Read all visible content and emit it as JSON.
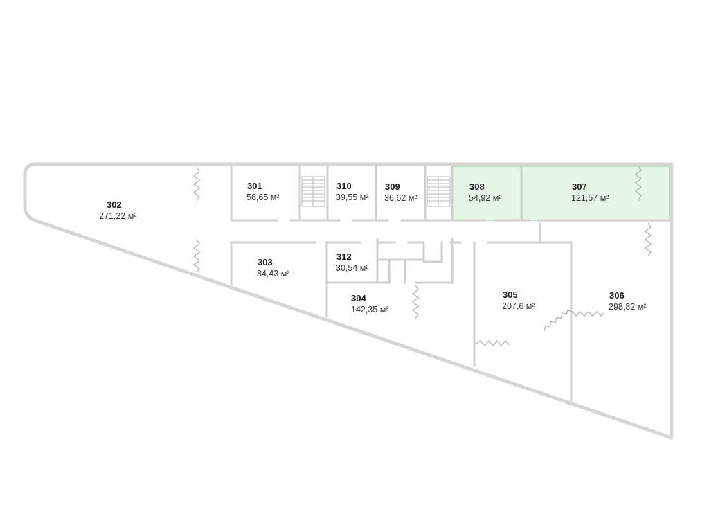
{
  "floor_plan": {
    "rooms": [
      {
        "id": "302",
        "number": "302",
        "area": "271,22 м²",
        "available": false
      },
      {
        "id": "301",
        "number": "301",
        "area": "56,65 м²",
        "available": false
      },
      {
        "id": "310",
        "number": "310",
        "area": "39,55 м²",
        "available": false
      },
      {
        "id": "309",
        "number": "309",
        "area": "36,62 м²",
        "available": false
      },
      {
        "id": "308",
        "number": "308",
        "area": "54,92 м²",
        "available": true
      },
      {
        "id": "307",
        "number": "307",
        "area": "121,57 м²",
        "available": true
      },
      {
        "id": "303",
        "number": "303",
        "area": "84,43 м²",
        "available": false
      },
      {
        "id": "312",
        "number": "312",
        "area": "30,54 м²",
        "available": false
      },
      {
        "id": "304",
        "number": "304",
        "area": "142,35 м²",
        "available": false
      },
      {
        "id": "305",
        "number": "305",
        "area": "207,6 м²",
        "available": false
      },
      {
        "id": "306",
        "number": "306",
        "area": "298,82 м²",
        "available": false
      }
    ],
    "colors": {
      "available_fill": "#e6f7e8",
      "available_border": "#b7e2bf",
      "wall": "#cfcfcf"
    }
  }
}
